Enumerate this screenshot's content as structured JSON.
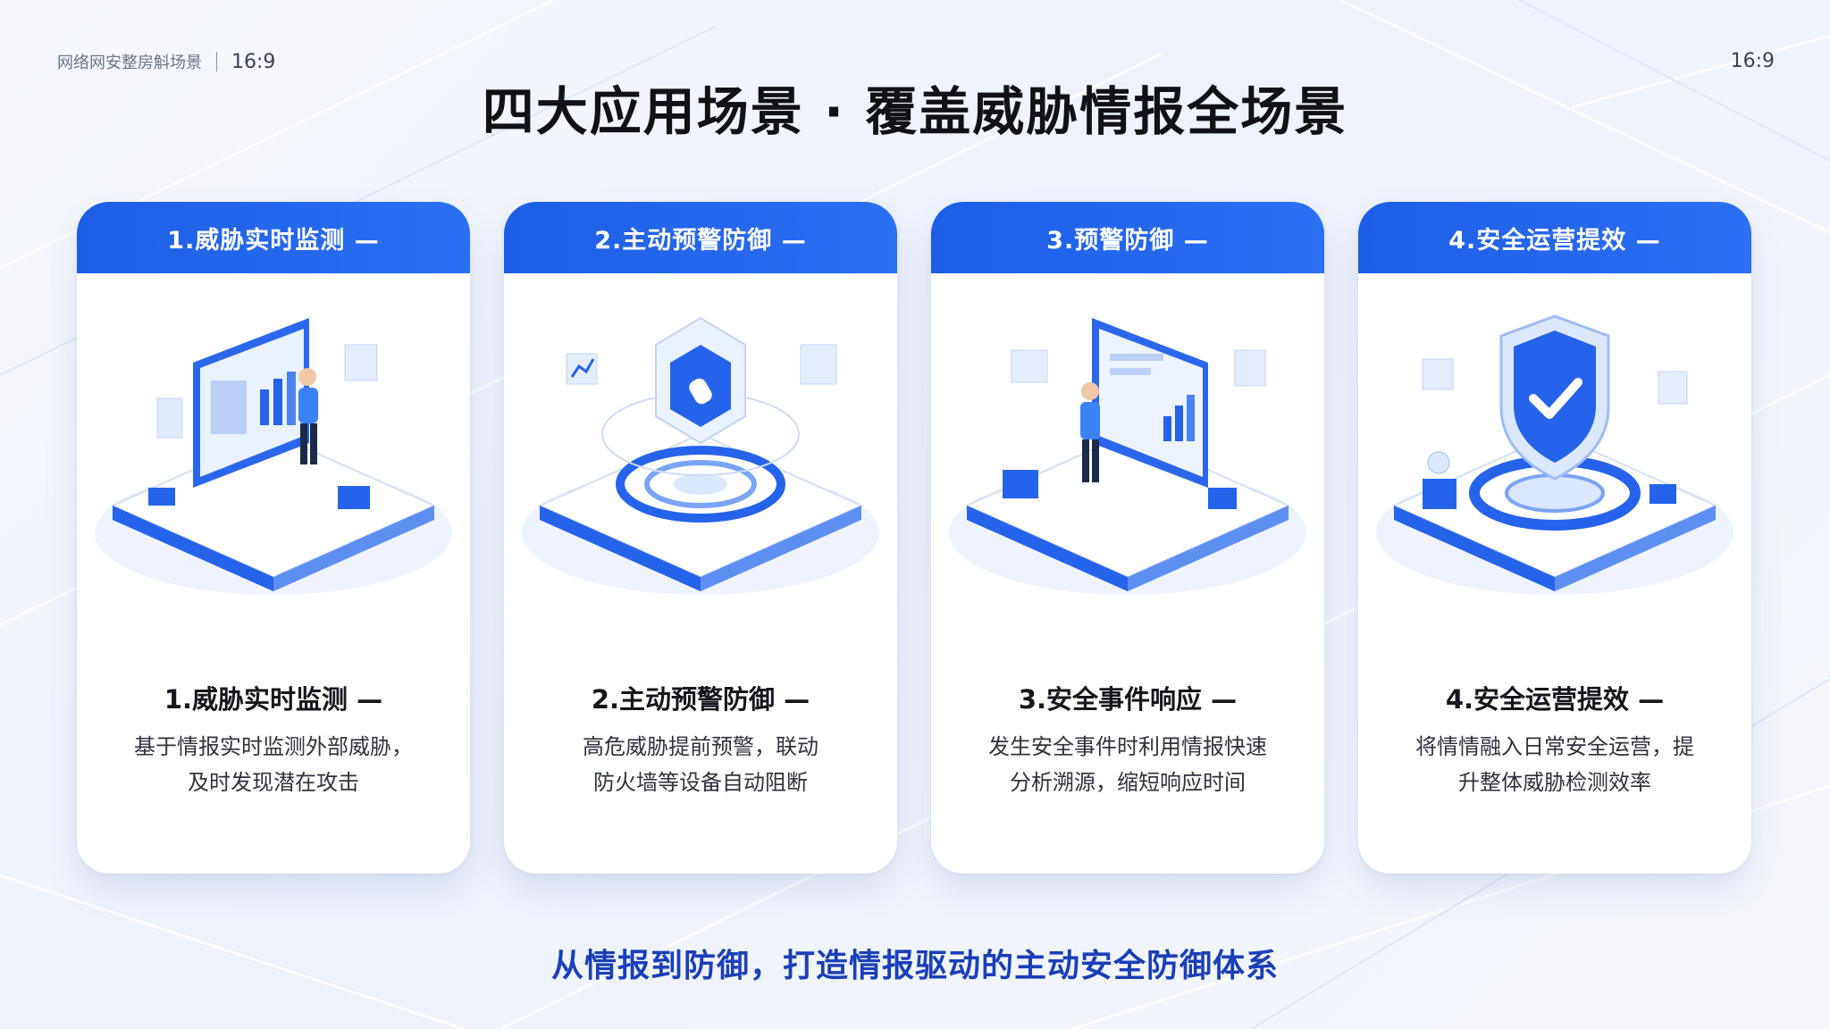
{
  "header": {
    "subtitle": "网络网安整房斛场景",
    "ratio_left": "16:9",
    "ratio_right": "16:9"
  },
  "title": "四大应用场景 · 覆盖威胁情报全场景",
  "cards": [
    {
      "header": "1.威胁实时监测 —",
      "subtitle": "1.威胁实时监测 —",
      "desc_line1": "基于情报实时监测外部威胁，",
      "desc_line2": "及时发现潜在攻击",
      "illustration": "monitoring-person-dashboard"
    },
    {
      "header": "2.主动预警防御 —",
      "subtitle": "2.主动预警防御 —",
      "desc_line1": "高危威胁提前预警，联动",
      "desc_line2": "防火墙等设备自动阻断",
      "illustration": "shield-block-platform"
    },
    {
      "header": "3.预警防御 —",
      "subtitle": "3.安全事件响应 —",
      "desc_line1": "发生安全事件时利用情报快速",
      "desc_line2": "分析溯源，缩短响应时间",
      "illustration": "person-analysis-screen"
    },
    {
      "header": "4.安全运营提效 —",
      "subtitle": "4.安全运营提效 —",
      "desc_line1": "将情情融入日常安全运营，提",
      "desc_line2": "升整体威胁检测效率",
      "illustration": "shield-check-platform"
    }
  ],
  "footer": "从情报到防御，打造情报驱动的主动安全防御体系",
  "colors": {
    "accent": "#1d5ee6",
    "footer_text": "#1a3fb8",
    "title_text": "#101216",
    "background": "#f2f5fc"
  }
}
